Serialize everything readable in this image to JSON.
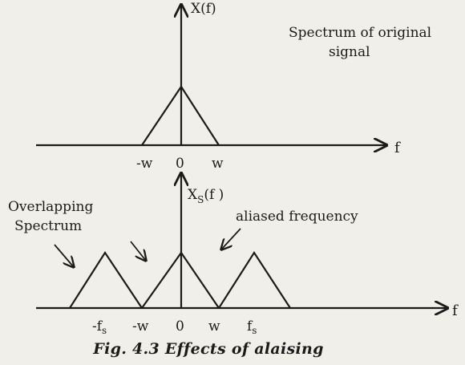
{
  "top_plot": {
    "y_label": "X(f)",
    "x_label": "f",
    "ticks": [
      "-w",
      "0",
      "w"
    ],
    "annotation_line1": "Spectrum of original",
    "annotation_line2": "signal"
  },
  "bottom_plot": {
    "y_label_main": "X",
    "y_label_sub": "S",
    "y_label_rest": "(f )",
    "x_label": "f",
    "ticks_minus_fs_main": "-f",
    "ticks_minus_fs_sub": "s",
    "ticks": [
      "-w",
      "0",
      "w"
    ],
    "ticks_fs_main": "f",
    "ticks_fs_sub": "s",
    "overlap_line1": "Overlapping",
    "overlap_line2": "Spectrum",
    "aliased_label": "aliased frequency"
  },
  "caption": "Fig. 4.3 Effects of alaising",
  "colors": {
    "ink": "#1d1b1a",
    "paper": "#f1efe9"
  }
}
